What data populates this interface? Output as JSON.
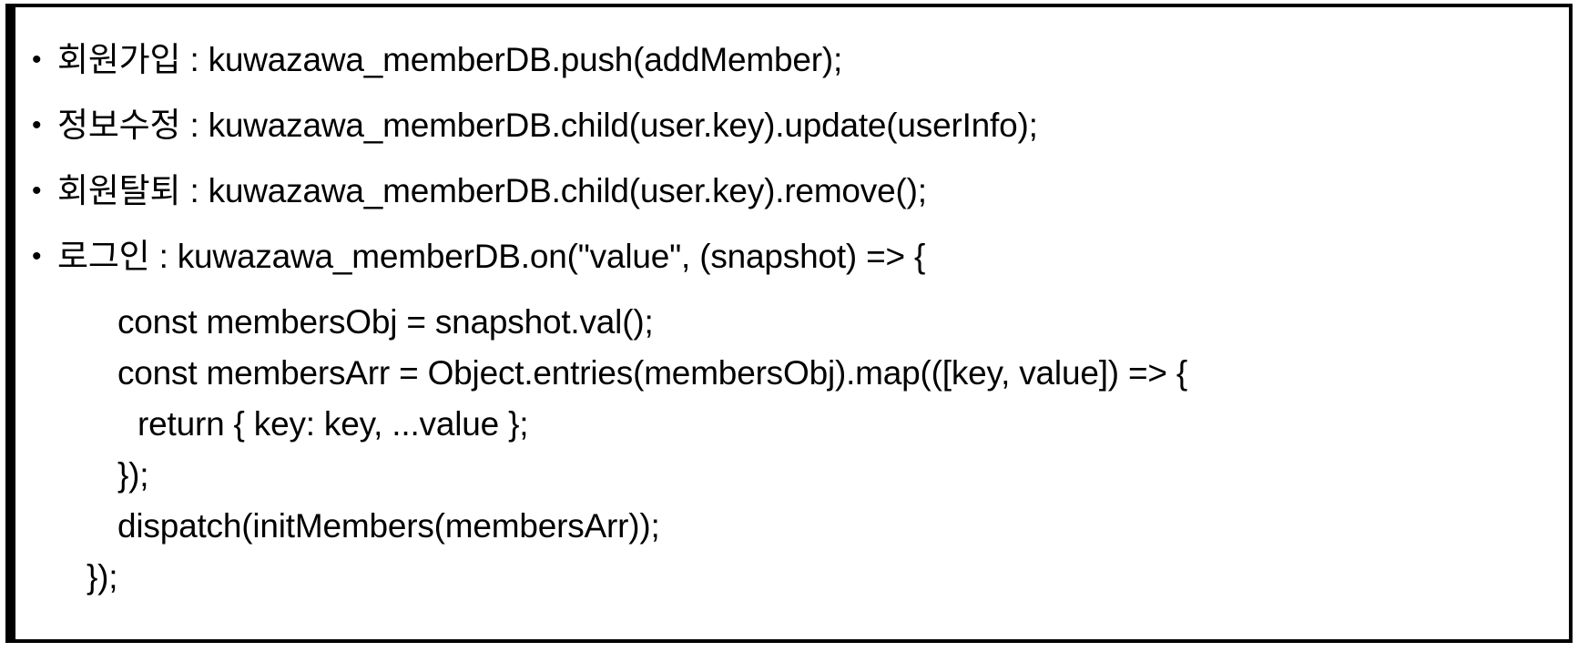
{
  "slide": {
    "border_color": "#000000",
    "background_color": "#ffffff",
    "text_color": "#000000",
    "bullet_glyph": "•",
    "bullets": [
      {
        "label": "회원가입",
        "separator": " : ",
        "code": "kuwazawa_memberDB.push(addMember);",
        "full": "회원가입 : kuwazawa_memberDB.push(addMember);"
      },
      {
        "label": "정보수정",
        "separator": " : ",
        "code": "kuwazawa_memberDB.child(user.key).update(userInfo);",
        "full": "정보수정 : kuwazawa_memberDB.child(user.key).update(userInfo);"
      },
      {
        "label": "회원탈퇴",
        "separator": " : ",
        "code": "kuwazawa_memberDB.child(user.key).remove();",
        "full": "회원탈퇴 : kuwazawa_memberDB.child(user.key).remove();"
      },
      {
        "label": "로그인",
        "separator": " : ",
        "code": "kuwazawa_memberDB.on(\"value\", (snapshot) => {",
        "full": "로그인 : kuwazawa_memberDB.on(\"value\", (snapshot) => {"
      }
    ],
    "code_lines": [
      {
        "indent": 1,
        "text": "const membersObj = snapshot.val();"
      },
      {
        "indent": 1,
        "text": "const membersArr = Object.entries(membersObj).map(([key, value]) => {"
      },
      {
        "indent": 2,
        "text": "return { key: key, ...value };"
      },
      {
        "indent": 1,
        "text": "});"
      },
      {
        "indent": 1,
        "text": "dispatch(initMembers(membersArr));"
      },
      {
        "indent": 0,
        "text": "});"
      }
    ]
  }
}
